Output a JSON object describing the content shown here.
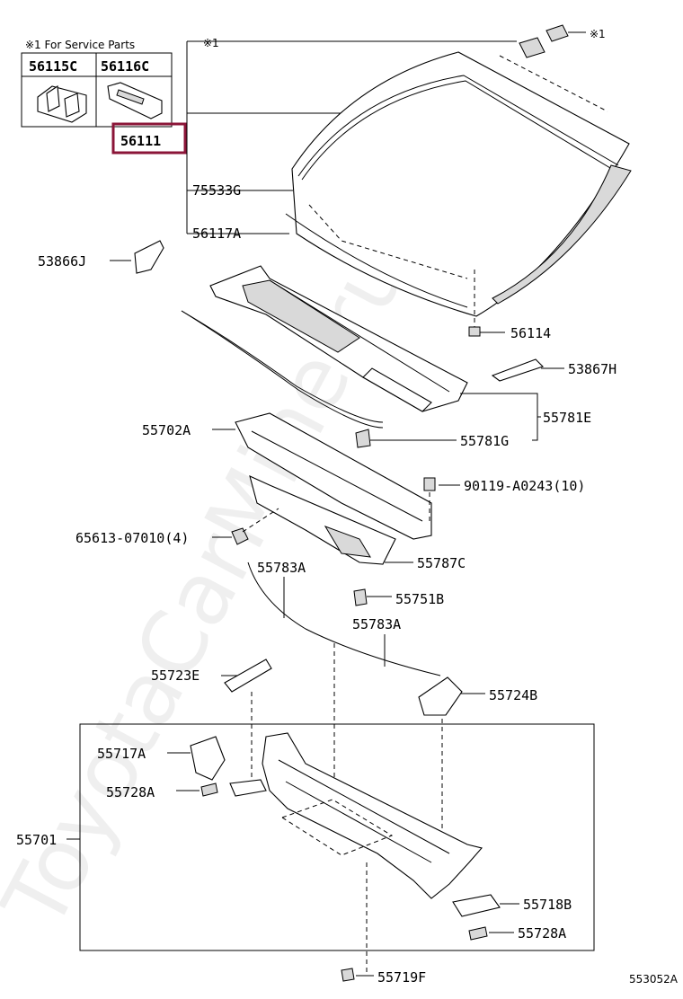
{
  "diagram_id": "553052A",
  "watermark": "ToyotaCarMine.ru",
  "service_note": "※1 For Service Parts",
  "service_parts": [
    "56115C",
    "56116C"
  ],
  "highlighted_part": "56111",
  "marker_symbol": "※1",
  "highlight_color": "#8b1538",
  "labels": {
    "p56111": "56111",
    "p75533G": "75533G",
    "p56117A": "56117A",
    "p53866J": "53866J",
    "p56114": "56114",
    "p53867H": "53867H",
    "p55781E": "55781E",
    "p55702A": "55702A",
    "p55781G": "55781G",
    "p90119": "90119-A0243(10)",
    "p65613": "65613-07010(4)",
    "p55787C": "55787C",
    "p55783A_1": "55783A",
    "p55751B": "55751B",
    "p55783A_2": "55783A",
    "p55723E": "55723E",
    "p55724B": "55724B",
    "p55717A": "55717A",
    "p55728A_1": "55728A",
    "p55701": "55701",
    "p55718B": "55718B",
    "p55728A_2": "55728A",
    "p55719F": "55719F"
  }
}
